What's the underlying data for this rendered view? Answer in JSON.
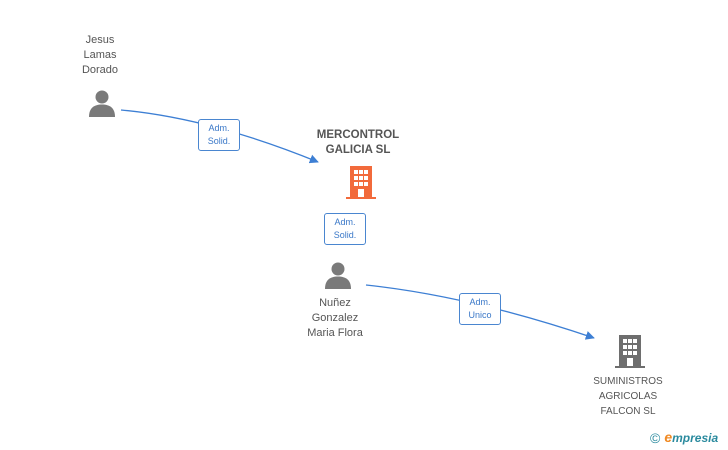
{
  "colors": {
    "edge": "#3d7fd4",
    "person": "#7a7a7a",
    "company_main": "#f26a3b",
    "company": "#6e6e6e"
  },
  "nodes": {
    "jesus": {
      "lines": [
        "Jesus",
        "Lamas",
        "Dorado"
      ],
      "icon": "person-icon"
    },
    "mercontrol": {
      "lines": [
        "MERCONTROL",
        "GALICIA SL"
      ],
      "icon": "building-icon"
    },
    "nunez": {
      "lines": [
        "Nuñez",
        "Gonzalez",
        "Maria Flora"
      ],
      "icon": "person-icon"
    },
    "suministros": {
      "lines": [
        "SUMINISTROS",
        "AGRICOLAS",
        "FALCON SL"
      ],
      "icon": "building-icon"
    }
  },
  "relations": [
    {
      "line1": "Adm.",
      "line2": "Solid."
    },
    {
      "line1": "Adm.",
      "line2": "Solid."
    },
    {
      "line1": "Adm.",
      "line2": "Unico"
    }
  ],
  "footer": {
    "copyright": "©",
    "brand_first": "e",
    "brand_rest": "mpresia"
  }
}
